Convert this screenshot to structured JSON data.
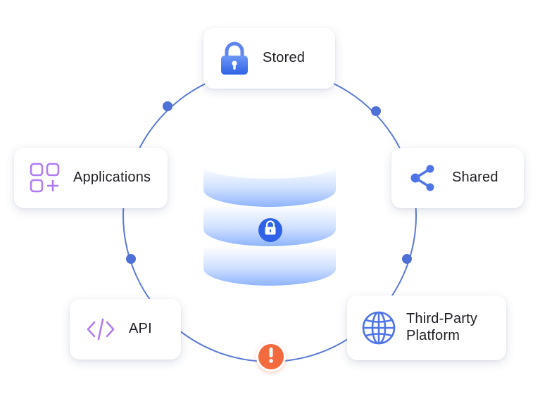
{
  "nodes": {
    "stored": {
      "label": "Stored",
      "icon": "padlock-icon"
    },
    "shared": {
      "label": "Shared",
      "icon": "share-icon"
    },
    "applications": {
      "label": "Applications",
      "icon": "apps-grid-icon"
    },
    "api": {
      "label": "API",
      "icon": "code-brackets-icon"
    },
    "third_party": {
      "label_line1": "Third-Party",
      "label_line2": "Platform",
      "icon": "globe-icon"
    }
  },
  "center": {
    "icon": "database-lock-icon"
  },
  "alert": {
    "icon": "exclamation-icon"
  },
  "colors": {
    "ring": "#5a79d6",
    "accent_blue": "#2f62e6",
    "purple": "#b07cf2",
    "alert": "#f26a3e",
    "text": "#1d1d24"
  }
}
